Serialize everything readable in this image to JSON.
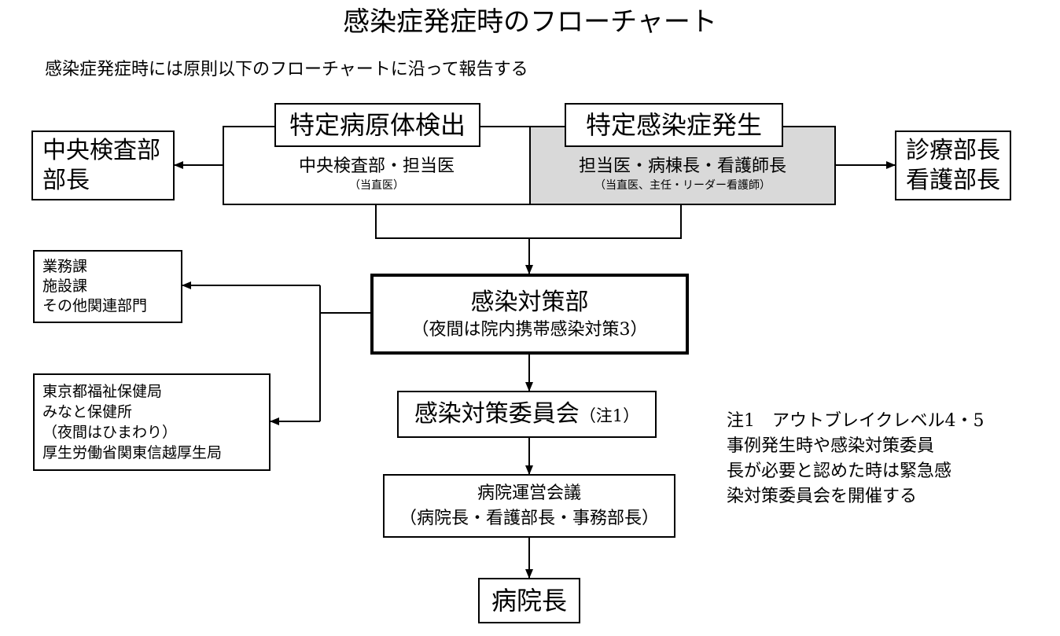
{
  "title": "感染症発症時のフローチャート",
  "subtitle": "感染症発症時には原則以下のフローチャートに沿って報告する",
  "left_report": {
    "lines": [
      "中央検査部",
      "部長"
    ]
  },
  "right_report": {
    "lines": [
      "診療部長",
      "看護部長"
    ]
  },
  "pathogen": {
    "label": "特定病原体検出",
    "main": "中央検査部・担当医",
    "sub": "（当直医）"
  },
  "infection": {
    "label": "特定感染症発生",
    "main": "担当医・病棟長・看護師長",
    "sub": "（当直医、主任・リーダー看護師）",
    "fill": "#d9d9d9"
  },
  "control_dept": {
    "name": "感染対策部",
    "note": "（夜間は院内携帯感染対策3）"
  },
  "internal_depts": {
    "lines": [
      "業務課",
      "施設課",
      "その他関連部門"
    ]
  },
  "external_orgs": {
    "lines": [
      "東京都福祉保健局",
      "みなと保健所",
      "（夜間はひまわり）",
      "厚生労働省関東信越厚生局"
    ]
  },
  "committee": {
    "name": "感染対策委員会",
    "note_ref": "（注1）"
  },
  "management": {
    "name": "病院運営会議",
    "members": "（病院長・看護部長・事務部長）"
  },
  "director": {
    "name": "病院長"
  },
  "footnote": {
    "lines": [
      "注1　アウトブレイクレベル4・5",
      "事例発生時や感染対策委員",
      "長が必要と認めた時は緊急感",
      "染対策委員会を開催する"
    ]
  }
}
